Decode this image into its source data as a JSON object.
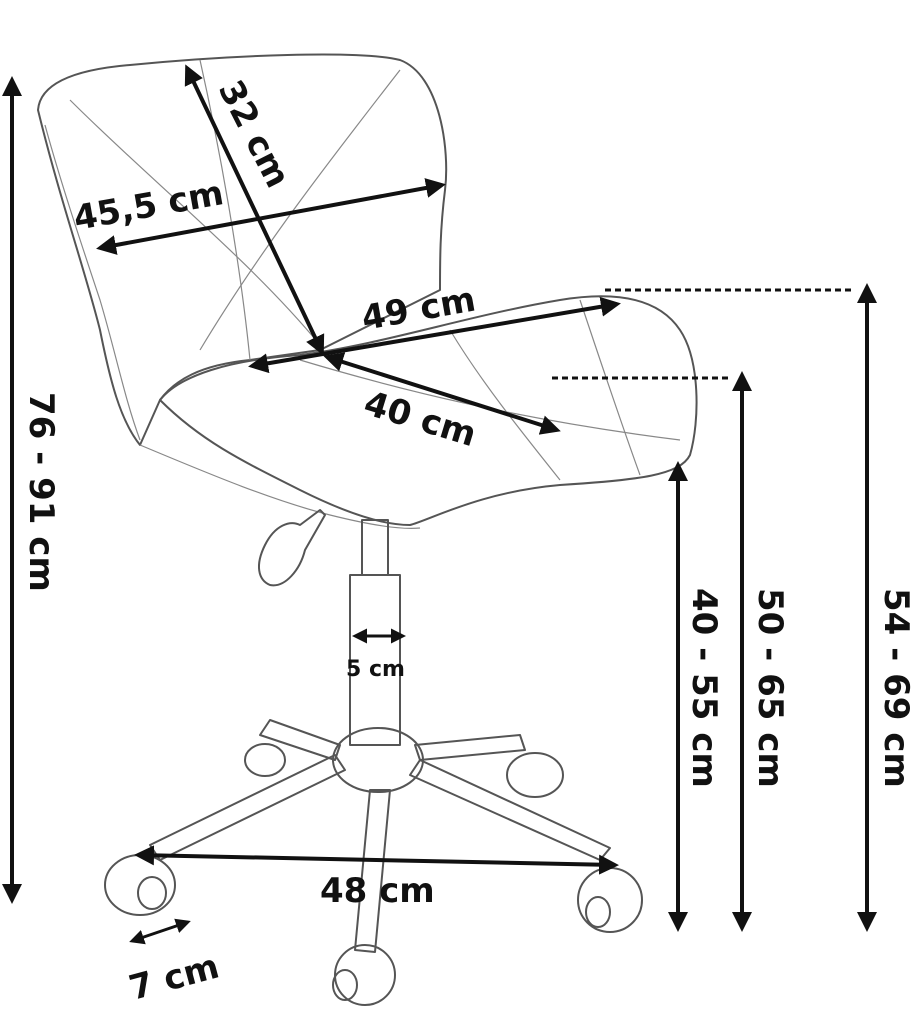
{
  "dimensions": {
    "seat_height_full": "76 - 91 cm",
    "backrest_height": "32 cm",
    "backrest_width": "45,5 cm",
    "seat_width": "49 cm",
    "seat_depth": "40 cm",
    "pole_diameter": "5 cm",
    "base_diameter": "48 cm",
    "wheel_size": "7 cm",
    "height_range_1": "40 - 55 cm",
    "height_range_2": "50 - 65 cm",
    "height_range_3": "54 - 69 cm"
  },
  "colors": {
    "line": "#111111",
    "outline": "#555555"
  }
}
